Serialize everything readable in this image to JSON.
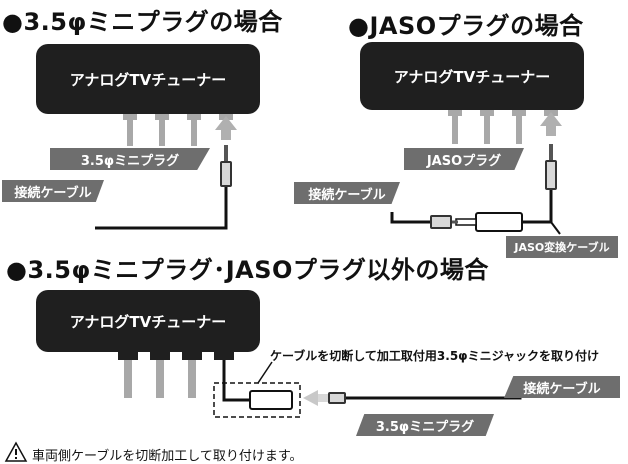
{
  "headings": {
    "mini_plug": "●3.5φミニプラグの場合",
    "jaso": "●JASOプラグの場合",
    "other": "●3.5φミニプラグ･JASOプラグ以外の場合"
  },
  "tuner_label": "アナログTVチューナー",
  "labels": {
    "mini_plug": "3.5φミニプラグ",
    "cable": "接続ケーブル",
    "jaso_plug": "JASOプラグ",
    "jaso_cable": "JASO変換ケーブル"
  },
  "cut_caption": "ケーブルを切断して加工取付用3.5φミニジャックを取り付け",
  "warning_note": "車両側ケーブルを切断加工して取り付けます。",
  "colors": {
    "tuner_bg": "#1f1f1f",
    "label_bg": "#6e6e6e",
    "pin": "#a8a8a8",
    "cable": "#111111"
  }
}
